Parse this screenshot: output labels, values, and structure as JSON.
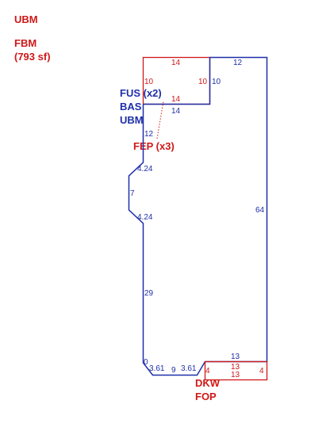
{
  "labels": {
    "ubm_top": "UBM",
    "fbm": "FBM",
    "fbm_area": "(793 sf)",
    "fus": "FUS (x2)",
    "bas": "BAS",
    "ubm_mid": "UBM",
    "fep": "FEP (x3)",
    "dkw": "DKW",
    "fop": "FOP"
  },
  "dimensions": {
    "fep_top": "14",
    "fep_left": "10",
    "fep_right": "10",
    "fep_bottom": "14",
    "main_top": "12",
    "main_inner_left": "10",
    "main_inner_bottom": "14",
    "main_left_upper": "12",
    "bay_upper": "4.24",
    "bay_side": "7",
    "bay_lower": "4.24",
    "main_left_lower": "29",
    "main_right": "64",
    "bottom_left": "0",
    "bottom_chamfer_left": "3.61",
    "bottom_mid": "9",
    "bottom_chamfer_right": "3.61",
    "bottom_right_top": "13",
    "dkw_top": "13",
    "dkw_bottom": "13",
    "dkw_left": "4",
    "dkw_right": "4"
  },
  "colors": {
    "blue": "#1f2fa8",
    "red": "#d01818"
  }
}
